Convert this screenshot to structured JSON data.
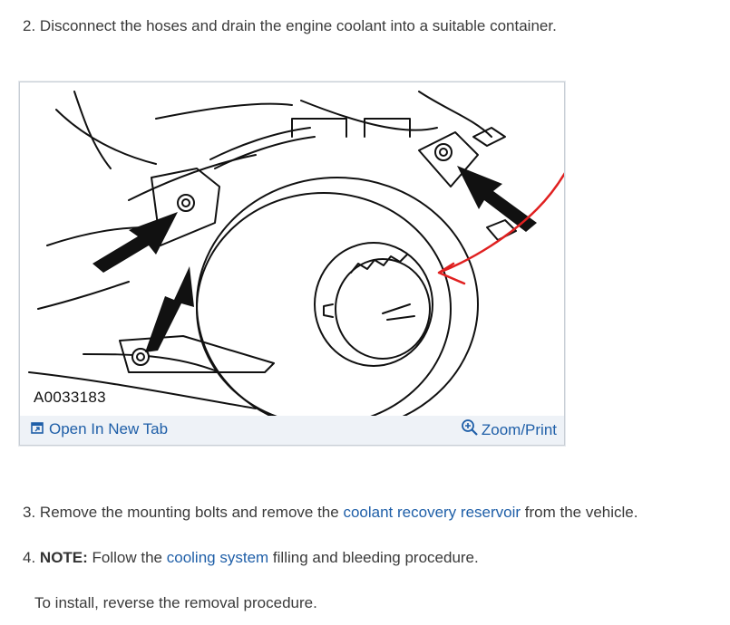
{
  "steps": {
    "s2": {
      "num": "2.",
      "text": "Disconnect the hoses and drain the engine coolant into a suitable container."
    },
    "s3": {
      "num": "3.",
      "pre": "Remove the mounting bolts and remove the ",
      "link": "coolant recovery reservoir",
      "post": " from the vehicle."
    },
    "s4": {
      "num": "4.",
      "note": "NOTE:",
      "pre": " Follow the ",
      "link": "cooling system",
      "post": " filling and bleeding procedure."
    },
    "install": "To install, reverse the removal procedure."
  },
  "figure": {
    "id_label": "A0033183",
    "open_tab_label": "Open In New Tab",
    "zoom_label": "Zoom/Print",
    "icons": {
      "open_tab": "external-window-icon",
      "zoom": "magnifier-plus-icon"
    },
    "colors": {
      "link": "#1f5fa8",
      "bar": "#eef2f7",
      "annotation": "#e02020"
    }
  }
}
